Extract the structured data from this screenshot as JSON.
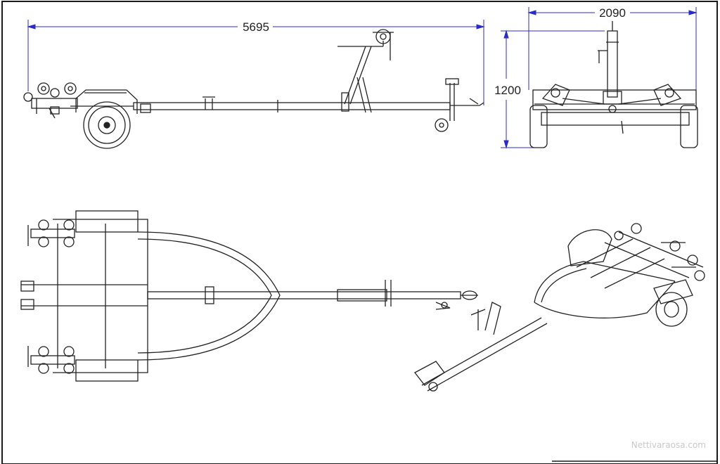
{
  "drawing": {
    "dimensions": {
      "length": "5695",
      "width": "2090",
      "height": "1200"
    },
    "views": [
      "side-view",
      "front-view",
      "top-view",
      "isometric-view"
    ],
    "colors": {
      "line": "#222222",
      "dimension_line": "#2b2bc8",
      "border": "#1a1a1a",
      "watermark": "#c9c9c9"
    }
  },
  "watermark": "Nettivaraosa.com"
}
